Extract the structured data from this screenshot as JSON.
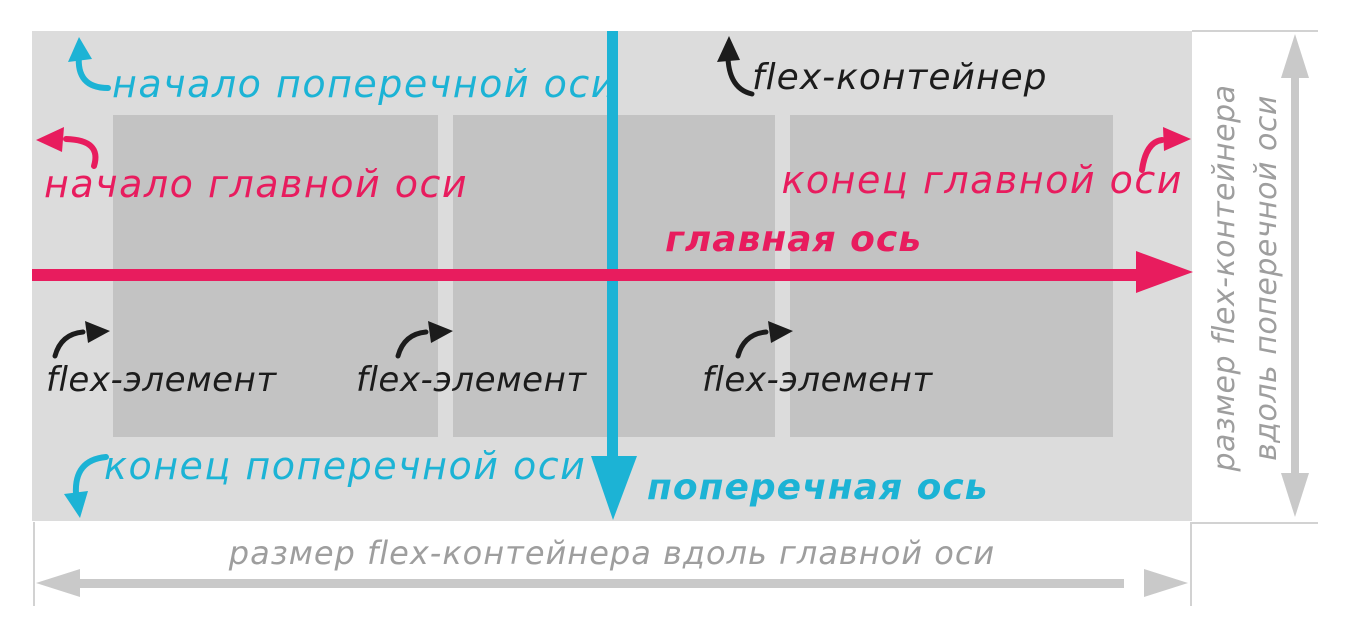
{
  "diagram": {
    "title_hint": "CSS flexbox axes terminology diagram (Russian)",
    "labels": {
      "cross_axis_start": "начало поперечной оси",
      "main_axis_start": "начало главной оси",
      "flex_container": "flex-контейнер",
      "main_axis_end": "конец главной оси",
      "main_axis": "главная ось",
      "cross_axis": "поперечная ось",
      "cross_axis_end": "конец поперечной оси",
      "size_along_main_axis": "размер flex-контейнера вдоль главной оси",
      "size_along_cross_axis_line1": "размер flex-контейнера",
      "size_along_cross_axis_line2": "вдоль поперечной оси"
    },
    "flex_items": [
      {
        "label": "flex-элемент"
      },
      {
        "label": "flex-элемент"
      },
      {
        "label": "flex-элемент"
      }
    ],
    "colors": {
      "main_axis_pink": "#e81c5e",
      "cross_axis_cyan": "#1cb3d5",
      "container_gray": "#dcdcdc",
      "item_gray": "#c3c3c3",
      "dimension_arrow_gray": "#c9c9c9",
      "dimension_text_gray": "#9e9e9e",
      "label_black": "#1c1c1c",
      "background": "#ffffff"
    }
  }
}
